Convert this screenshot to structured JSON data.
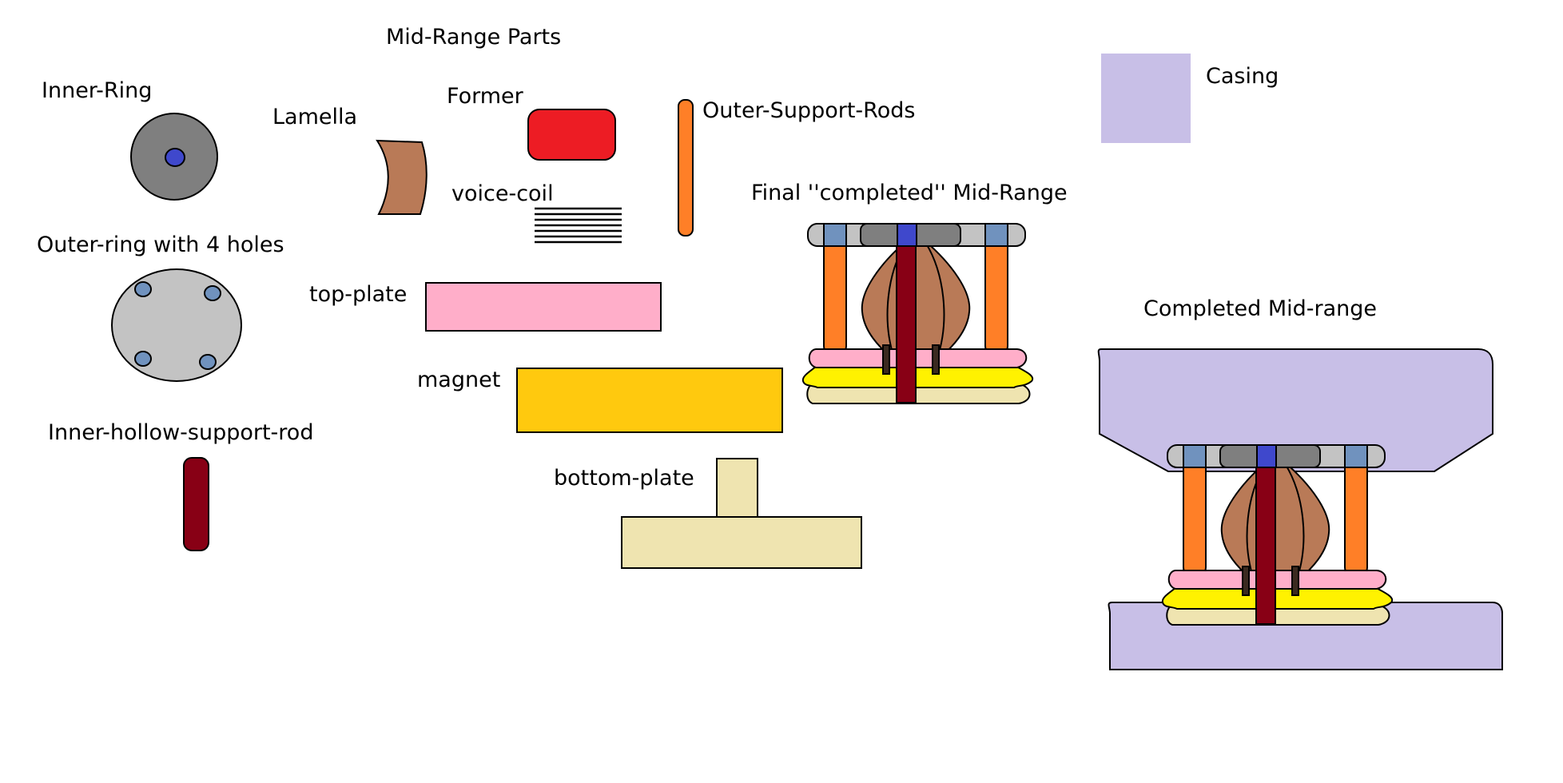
{
  "title": "Mid-Range Parts",
  "labels": {
    "inner_ring": "Inner-Ring",
    "lamella": "Lamella",
    "former": "Former",
    "outer_support_rods": "Outer-Support-Rods",
    "casing": "Casing",
    "voice_coil": "voice-coil",
    "final_completed": "Final ''completed'' Mid-Range",
    "outer_ring": "Outer-ring with 4 holes",
    "top_plate": "top-plate",
    "completed_mid_range": "Completed Mid-range",
    "magnet": "magnet",
    "inner_hollow_support_rod": "Inner-hollow-support-rod",
    "bottom_plate": "bottom-plate"
  },
  "colors": {
    "inner_ring": "#7f7f7f",
    "inner_ring_hole": "#3f48cc",
    "lamella": "#b97a57",
    "former": "#ed1c24",
    "outer_rod": "#ff7f27",
    "casing": "#c8bfe7",
    "outer_ring": "#c3c3c3",
    "outer_ring_hole": "#7092be",
    "top_plate": "#ffaec9",
    "magnet": "#ffc90e",
    "inner_rod": "#880015",
    "bottom_plate": "#efe4b0",
    "yellow_layer": "#fff200"
  }
}
